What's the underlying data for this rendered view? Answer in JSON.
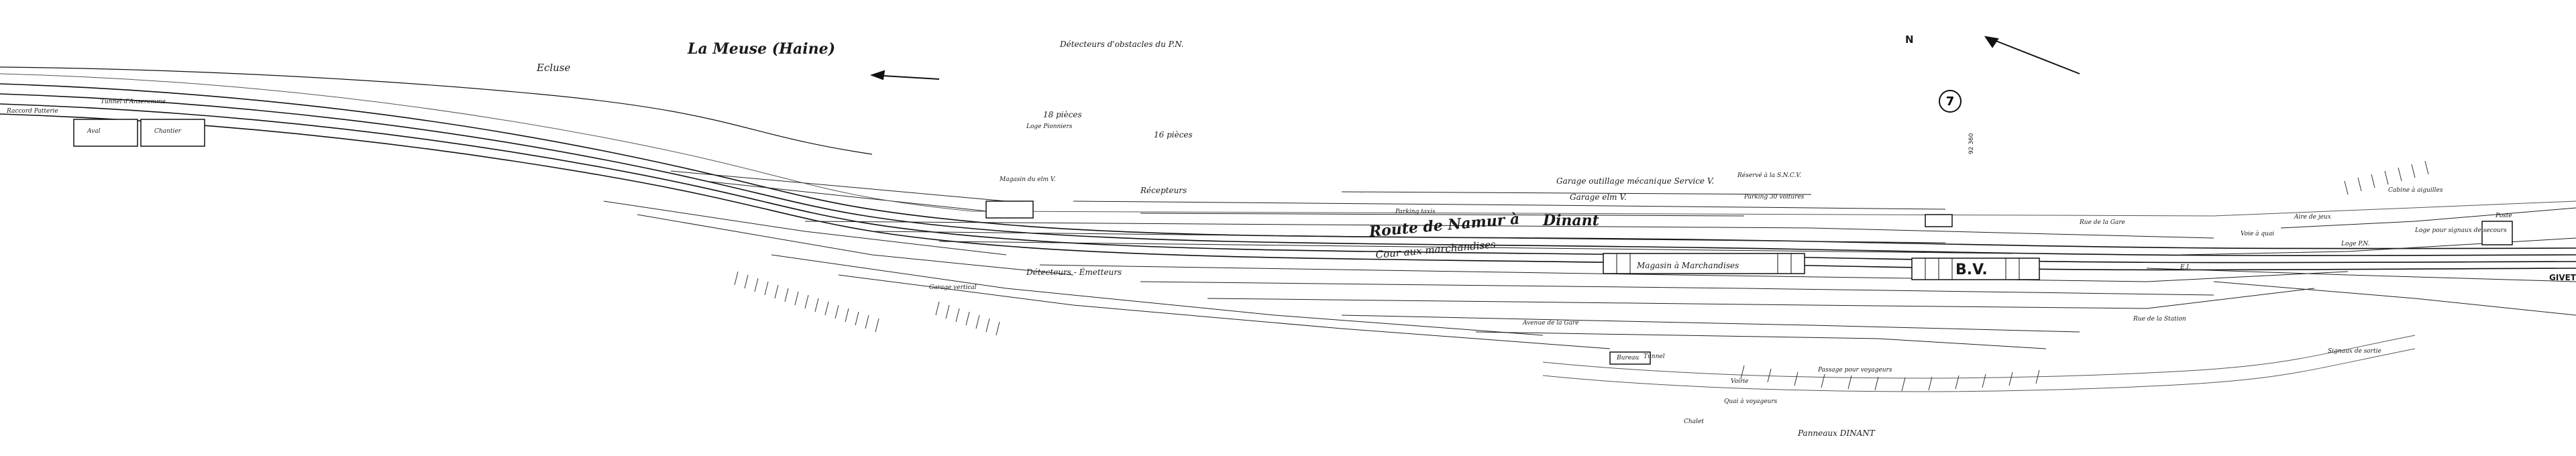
{
  "labels": {
    "meuse": "La Meuse (Haine)",
    "ecluse": "Ecluse",
    "detecteurs_pn": "Détecteurs d'obstacles du P.N.",
    "north": "N",
    "route": "Route de Namur à",
    "dinant": "Dinant",
    "cour": "Cour aux marchandises",
    "magasin_march": "Magasin à Marchandises",
    "bv": "B.V.",
    "circle": "7",
    "garage_outillage": "Garage outillage mécanique Service V.",
    "garage_elm": "Garage elm V.",
    "reserve_sncv": "Réservé à la S.N.C.V.",
    "parking_30": "Parking 30 voitures",
    "parking_taxis": "Parking taxis",
    "pieces_18": "18 pièces",
    "pieces_16": "16 pièces",
    "magasin_elm": "Magasin du elm V.",
    "logis_pionniers": "Loge Pionniers",
    "recepteurs": "Récepteurs",
    "detecteurs_emetteurs": "Détecteurs - Émetteurs",
    "passage_voyageurs": "Passage pour voyageurs",
    "quai_voyageurs": "Quai à voyageurs",
    "panneaux_dinant": "Panneaux DINANT",
    "givet": "GIVET",
    "raccord": "Raccord Patterie",
    "tunnel": "Tunnel d'Anseremme",
    "aval": "Aval",
    "chantier": "Chantier",
    "garage_vertical": "Garage vertical",
    "tunnel_small": "Tunnel",
    "avenue": "Avenue de la Gare",
    "rue_gare": "Rue de la Gare",
    "rue_station": "Rue de la Station",
    "cabine": "Cabine à aiguilles",
    "loge_signaux": "Loge pour signaux de secours",
    "loge_pn": "Loge P.N.",
    "voie_quai": "Voie à quai",
    "signaux_sortie": "Signaux de sortie",
    "voirie": "Voirie",
    "bureau": "Bureau",
    "chalet": "Chalet",
    "km_92": "92 360",
    "km_e": "E.I.",
    "poste": "Poste",
    "aire_jeux": "Aire de jeux"
  }
}
